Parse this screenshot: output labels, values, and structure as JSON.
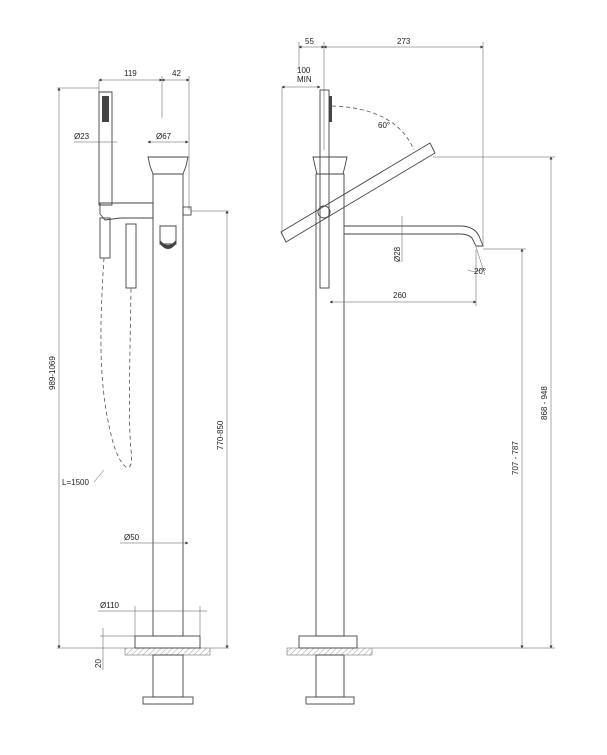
{
  "front_view": {
    "dims": {
      "handshower_offset": "119",
      "spout_offset": "42",
      "handshower_diameter": "Ø23",
      "head_diameter": "Ø67",
      "overall_height": "989-1069",
      "body_height": "770-850",
      "column_diameter": "Ø50",
      "base_diameter": "Ø110",
      "floor_depth": "20",
      "hose_length": "L=1500"
    }
  },
  "side_view": {
    "dims": {
      "top_offset": "55",
      "spout_reach_total": "273",
      "min_clearance_value": "100",
      "min_clearance_label": "MIN",
      "tilt_angle": "60°",
      "spout_diameter": "Ø28",
      "spout_angle": "20°",
      "spout_reach": "260",
      "outlet_height": "707 - 787",
      "spout_top_height": "868 - 948"
    }
  }
}
